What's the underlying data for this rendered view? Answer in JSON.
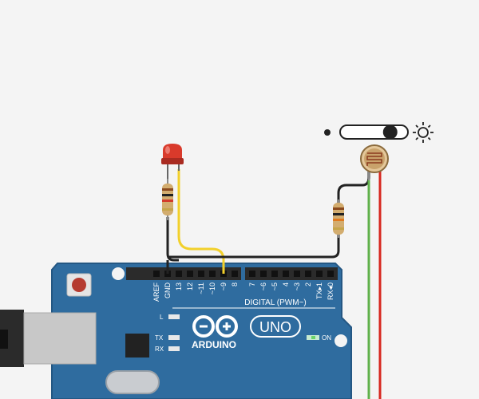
{
  "board": {
    "header_left_pins": [
      "AREF",
      "GND",
      "13",
      "12",
      "~11",
      "~10",
      "~9",
      "8"
    ],
    "header_right_pins": [
      "7",
      "~6",
      "~5",
      "4",
      "~3",
      "2",
      "TX▸1",
      "RX◂0"
    ],
    "digital_label": "DIGITAL (PWM~)",
    "logo_text": "ARDUINO",
    "model": "UNO",
    "led_labels": {
      "l": "L",
      "tx": "TX",
      "rx": "RX",
      "on": "ON"
    }
  },
  "light_slider": {
    "level": 0.75,
    "low_icon": "dim-dot-icon",
    "high_icon": "sun-icon"
  },
  "colors": {
    "background": "#f4f4f4",
    "board": "#2f6c9f",
    "board_dark": "#245783",
    "header": "#2b2b2b",
    "led_red": "#d93a2b",
    "wire_yellow": "#f2d02b",
    "wire_black": "#222222",
    "wire_green": "#5fb04a",
    "wire_red": "#d6271f",
    "resistor_body": "#d3ad6f",
    "usb": "#c8c8c8",
    "power_led": "#6ad36a"
  }
}
